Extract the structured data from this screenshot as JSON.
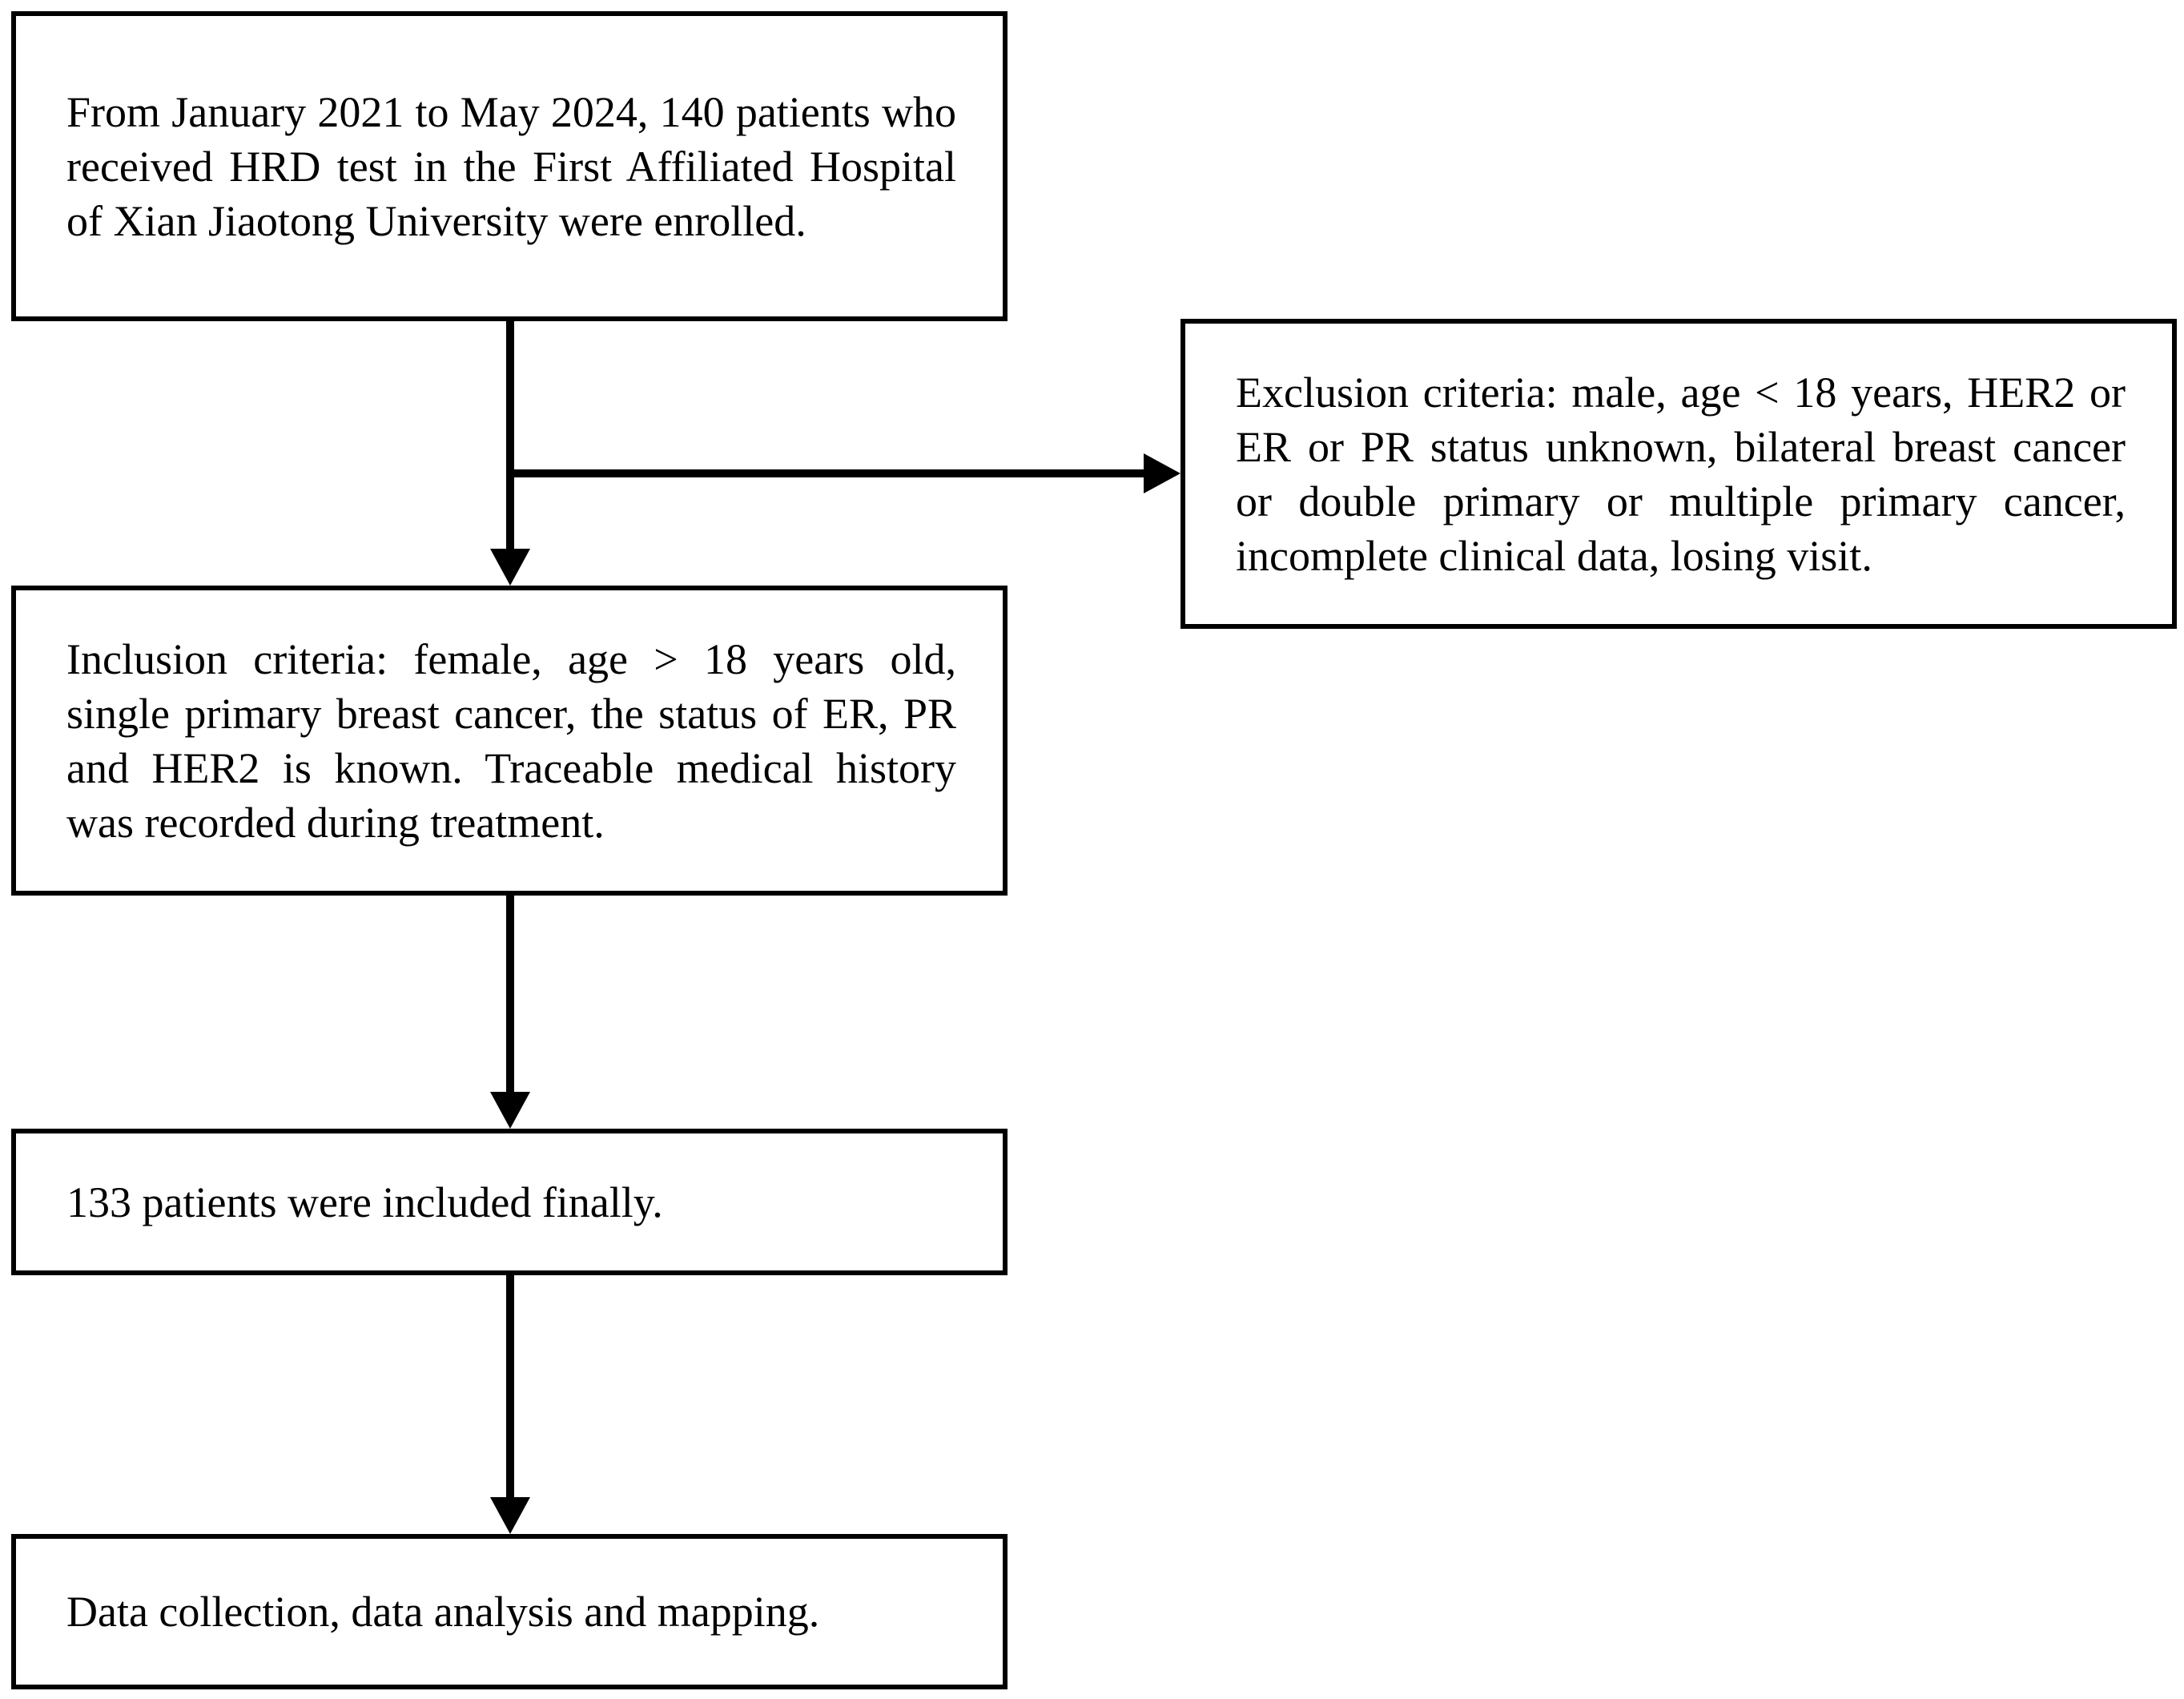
{
  "diagram": {
    "nodes": {
      "enrolled": "From January 2021 to May 2024, 140 patients who received HRD test in the First Affiliated Hospital of Xian Jiaotong University were enrolled.",
      "exclusion": "Exclusion criteria: male, age < 18 years, HER2 or ER or PR status unknown, bilateral breast cancer or double primary or multiple primary cancer, incomplete clinical data, losing visit.",
      "inclusion": "Inclusion criteria: female, age > 18 years old, single primary breast cancer, the status of ER, PR and HER2 is known. Traceable medical history was recorded during treatment.",
      "included": "133 patients were included finally.",
      "data": "Data collection, data analysis and mapping."
    },
    "edges": [
      {
        "from": "enrolled",
        "to": "inclusion"
      },
      {
        "from": "enrolled",
        "to": "exclusion"
      },
      {
        "from": "inclusion",
        "to": "included"
      },
      {
        "from": "included",
        "to": "data"
      }
    ]
  }
}
